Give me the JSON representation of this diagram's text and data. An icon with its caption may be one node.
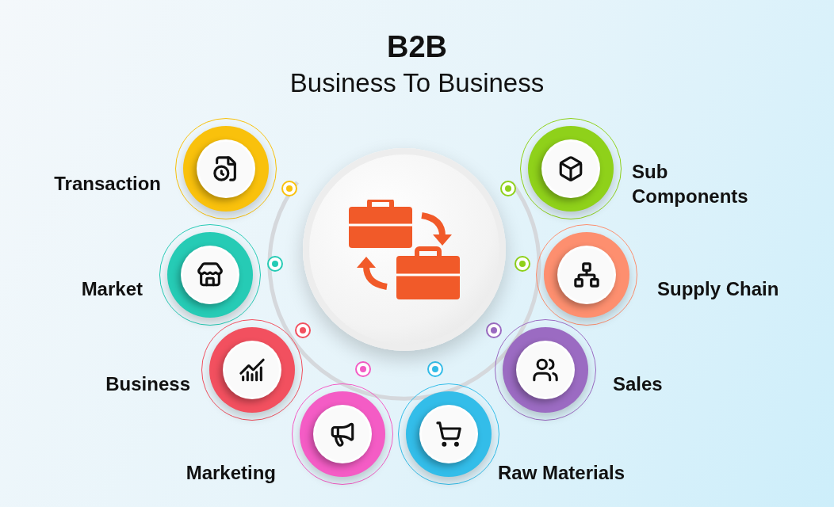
{
  "diagram": {
    "title": "B2B",
    "caption": "Business To Business",
    "nodes": [
      {
        "text": [],
        "shape": "circle"
      },
      {
        "text": [
          "Transaction"
        ]
      },
      {
        "text": [
          "Market"
        ]
      },
      {
        "text": [
          "Business"
        ]
      },
      {
        "text": [
          "Marketing"
        ]
      },
      {
        "text": [
          "Raw Materials"
        ]
      },
      {
        "text": [
          "Sales"
        ]
      },
      {
        "text": [
          "Supply Chain"
        ]
      },
      {
        "text": [
          "Sub Components"
        ]
      }
    ]
  }
}
